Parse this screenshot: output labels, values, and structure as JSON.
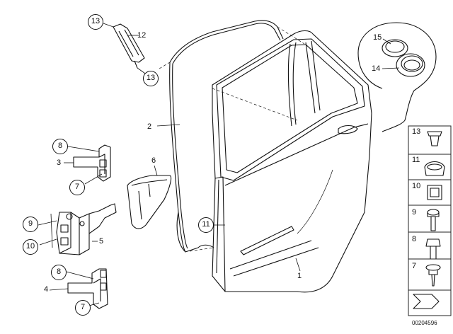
{
  "callouts": {
    "c13_top": "13",
    "c12": "12",
    "c13_mid": "13",
    "c2": "2",
    "c15_zoom": "15",
    "c14_zoom": "14",
    "c6": "6",
    "c8_hinge_top": "8",
    "c3": "3",
    "c7_hinge_top": "7",
    "c9": "9",
    "c10": "10",
    "c5": "5",
    "c11": "11",
    "c1": "1",
    "c8_hinge_bottom": "8",
    "c4": "4",
    "c7_hinge_bottom": "7"
  },
  "fastener_panel": {
    "items": [
      "13",
      "11",
      "10",
      "9",
      "8",
      "7"
    ]
  },
  "diagram_code": "00204596"
}
